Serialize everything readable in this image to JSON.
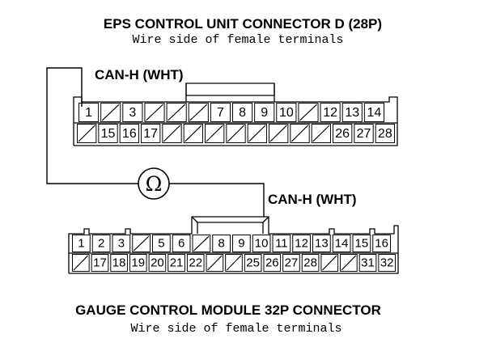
{
  "connector_d": {
    "title": "EPS CONTROL UNIT CONNECTOR D (28P)",
    "subtitle": "Wire side of female terminals",
    "wire_label": "CAN-H (WHT)",
    "top_row": [
      "1",
      "",
      "3",
      "",
      "",
      "",
      "7",
      "8",
      "9",
      "10",
      "",
      "12",
      "13",
      "14"
    ],
    "bottom_row": [
      "",
      "15",
      "16",
      "17",
      "",
      "",
      "",
      "",
      "",
      "",
      "",
      "",
      "26",
      "27",
      "28"
    ]
  },
  "gauge_module": {
    "title": "GAUGE CONTROL MODULE 32P CONNECTOR",
    "subtitle": "Wire side of female terminals",
    "wire_label": "CAN-H (WHT)",
    "top_row": [
      "1",
      "2",
      "3",
      "",
      "5",
      "6",
      "",
      "8",
      "9",
      "10",
      "11",
      "12",
      "13",
      "14",
      "15",
      "16"
    ],
    "bottom_row": [
      "",
      "17",
      "18",
      "19",
      "20",
      "21",
      "22",
      "",
      "",
      "25",
      "26",
      "27",
      "28",
      "",
      "",
      "31",
      "32"
    ]
  },
  "meter": {
    "symbol": "Ω",
    "icon": "ohmmeter-icon"
  },
  "colors": {
    "line": "#000000",
    "background": "#ffffff"
  }
}
